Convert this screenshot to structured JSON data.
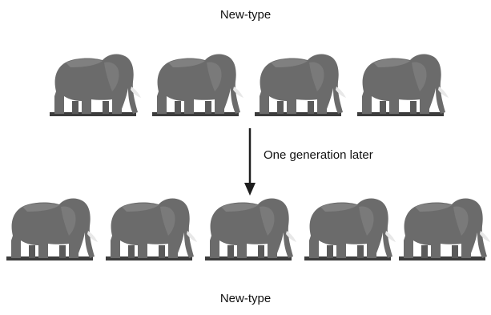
{
  "labels": {
    "top": "New-type",
    "arrow": "One generation later",
    "bottom": "New-type"
  },
  "colors": {
    "elephant_body": "#6b6b6b",
    "elephant_shade": "#808080",
    "ground": "#3c3c3c",
    "arrow": "#1e1e1e"
  },
  "rows": {
    "top_count": 4,
    "bottom_count": 5
  }
}
